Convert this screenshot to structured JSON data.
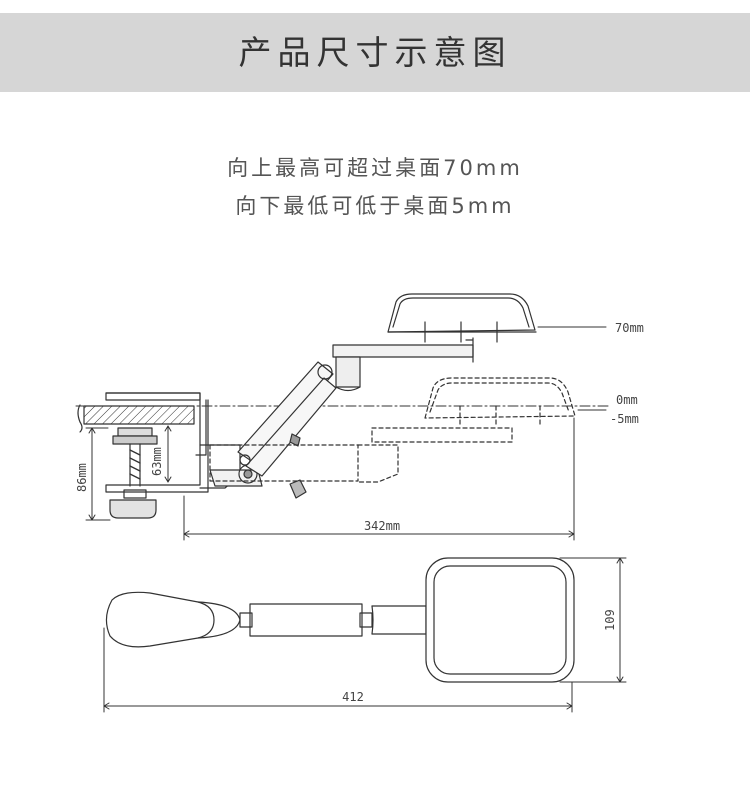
{
  "header": {
    "title": "产品尺寸示意图",
    "background": "#d6d6d6"
  },
  "notes": {
    "line1": "向上最高可超过桌面70mm",
    "line2": "向下最低可低于桌面5mm"
  },
  "side_view": {
    "label_top": "70mm",
    "label_zero": "0mm",
    "label_low": "-5mm",
    "dim_clamp_inner": "63mm",
    "dim_clamp_outer": "86mm",
    "dim_reach": "342mm"
  },
  "top_view": {
    "dim_pad_width": "109",
    "dim_total_length": "412"
  },
  "colors": {
    "line": "#333333",
    "text": "#444444"
  }
}
